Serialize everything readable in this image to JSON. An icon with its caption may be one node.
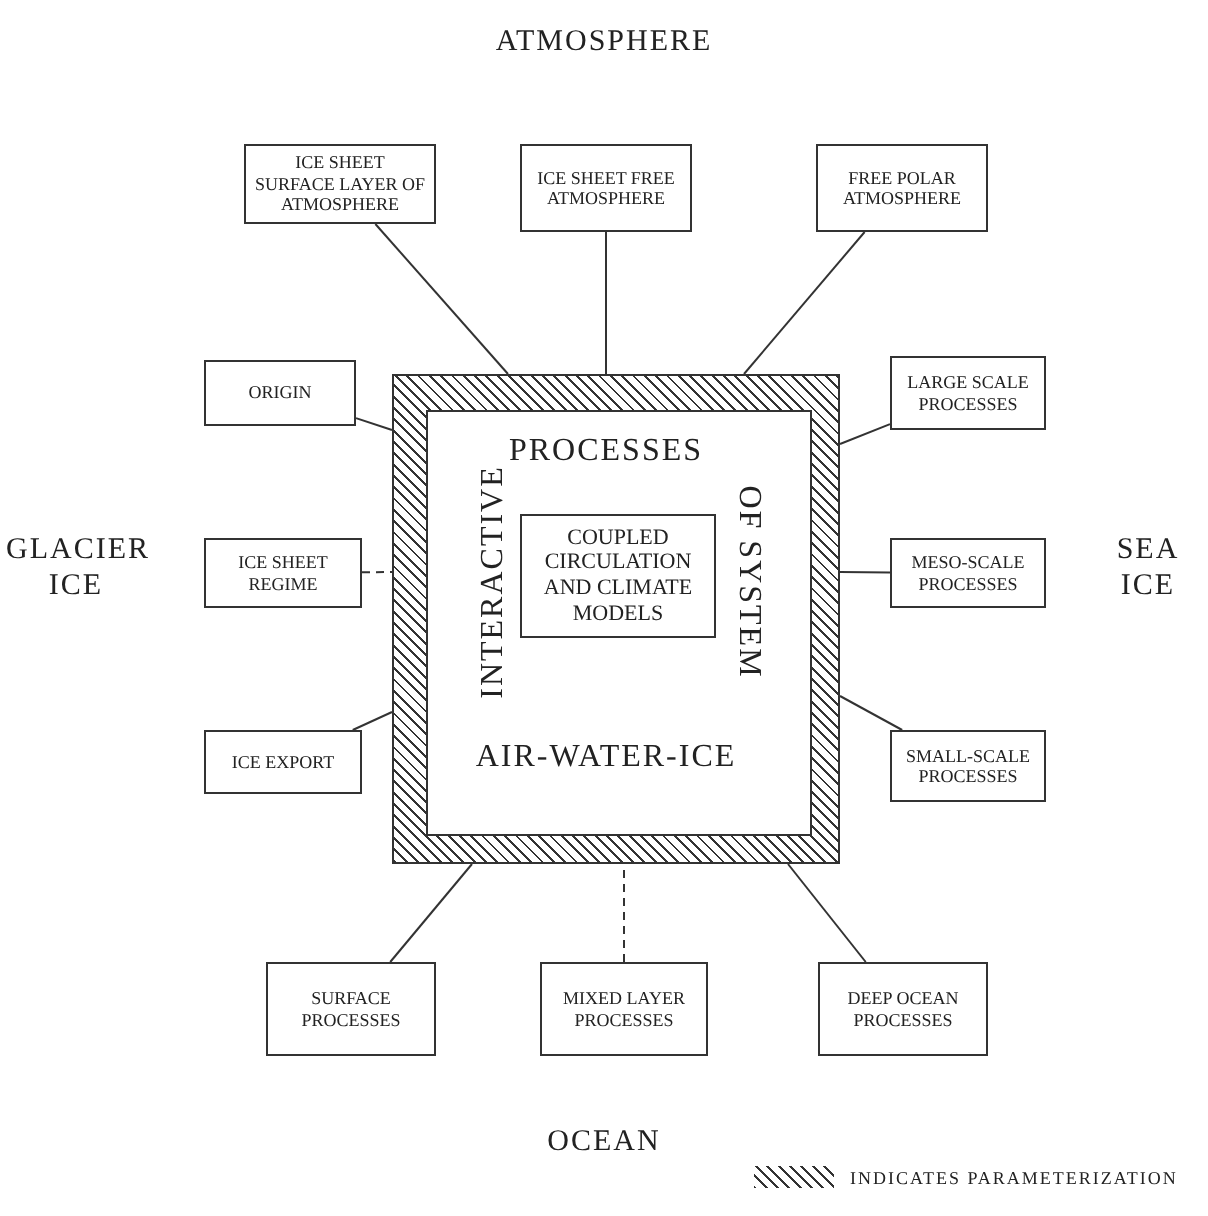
{
  "diagram": {
    "nodes": [
      {
        "text": [
          "PROCESSES",
          "INTERACTIVE",
          "OF SYSTEM",
          "AIR-WATER-ICE"
        ]
      },
      {
        "text": [
          "COUPLED CIRCULATION AND CLIMATE MODELS"
        ],
        "in": 0
      },
      {
        "text": [
          "ICE SHEET SURFACE LAYER OF ATMOSPHERE"
        ]
      },
      {
        "text": [
          "ICE SHEET FREE ATMOSPHERE"
        ]
      },
      {
        "text": [
          "FREE POLAR ATMOSPHERE"
        ]
      },
      {
        "text": [
          "ORIGIN"
        ]
      },
      {
        "text": [
          "LARGE SCALE PROCESSES"
        ]
      },
      {
        "text": [
          "ICE SHEET REGIME"
        ]
      },
      {
        "text": [
          "MESO-SCALE PROCESSES"
        ]
      },
      {
        "text": [
          "ICE EXPORT"
        ]
      },
      {
        "text": [
          "SMALL-SCALE PROCESSES"
        ]
      },
      {
        "text": [
          "SURFACE PROCESSES"
        ]
      },
      {
        "text": [
          "MIXED LAYER PROCESSES"
        ]
      },
      {
        "text": [
          "DEEP OCEAN PROCESSES"
        ]
      }
    ],
    "edges": [
      {
        "from": 2,
        "to": 0,
        "arrow": "none"
      },
      {
        "from": 3,
        "to": 0,
        "arrow": "none"
      },
      {
        "from": 4,
        "to": 0,
        "arrow": "none"
      },
      {
        "from": 5,
        "to": 0,
        "arrow": "none"
      },
      {
        "from": 6,
        "to": 0,
        "arrow": "none"
      },
      {
        "from": 7,
        "to": 0,
        "arrow": "none",
        "style": "dashed"
      },
      {
        "from": 8,
        "to": 0,
        "arrow": "none"
      },
      {
        "from": 9,
        "to": 0,
        "arrow": "none"
      },
      {
        "from": 10,
        "to": 0,
        "arrow": "none"
      },
      {
        "from": 11,
        "to": 0,
        "arrow": "none"
      },
      {
        "from": 12,
        "to": 0,
        "arrow": "none",
        "style": "dashed"
      },
      {
        "from": 13,
        "to": 0,
        "arrow": "none"
      }
    ],
    "labels": [
      "ATMOSPHERE",
      "GLACIER ICE",
      "SEA ICE",
      "OCEAN"
    ],
    "legend": [
      {
        "text": "INDICATES PARAMETERIZATION"
      }
    ]
  }
}
